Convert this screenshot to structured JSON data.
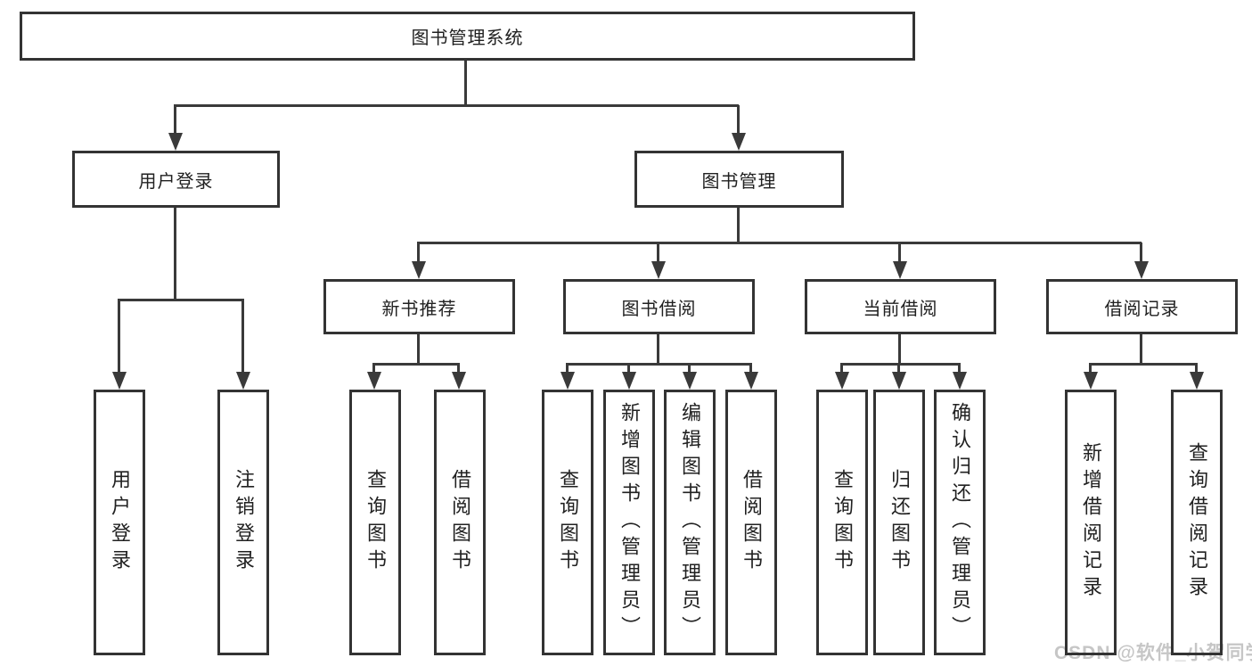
{
  "tree": {
    "label": "图书管理系统",
    "children": [
      {
        "label": "用户登录",
        "children": [
          {
            "label": "用户登录"
          },
          {
            "label": "注销登录"
          }
        ]
      },
      {
        "label": "图书管理",
        "children": [
          {
            "label": "新书推荐",
            "children": [
              {
                "label": "查询图书"
              },
              {
                "label": "借阅图书"
              }
            ]
          },
          {
            "label": "图书借阅",
            "children": [
              {
                "label": "查询图书"
              },
              {
                "label": "新增图书（管理员）"
              },
              {
                "label": "编辑图书（管理员）"
              },
              {
                "label": "借阅图书"
              }
            ]
          },
          {
            "label": "当前借阅",
            "children": [
              {
                "label": "查询图书"
              },
              {
                "label": "归还图书"
              },
              {
                "label": "确认归还（管理员）"
              }
            ]
          },
          {
            "label": "借阅记录",
            "children": [
              {
                "label": "新增借阅记录"
              },
              {
                "label": "查询借阅记录"
              }
            ]
          }
        ]
      }
    ]
  },
  "watermark": {
    "text": "CSDN @软件_小贺同学",
    "color": "#c6c6c6"
  },
  "colors": {
    "line": "#3a3a3a",
    "border": "#333333",
    "text": "#212121",
    "background": "#ffffff"
  }
}
